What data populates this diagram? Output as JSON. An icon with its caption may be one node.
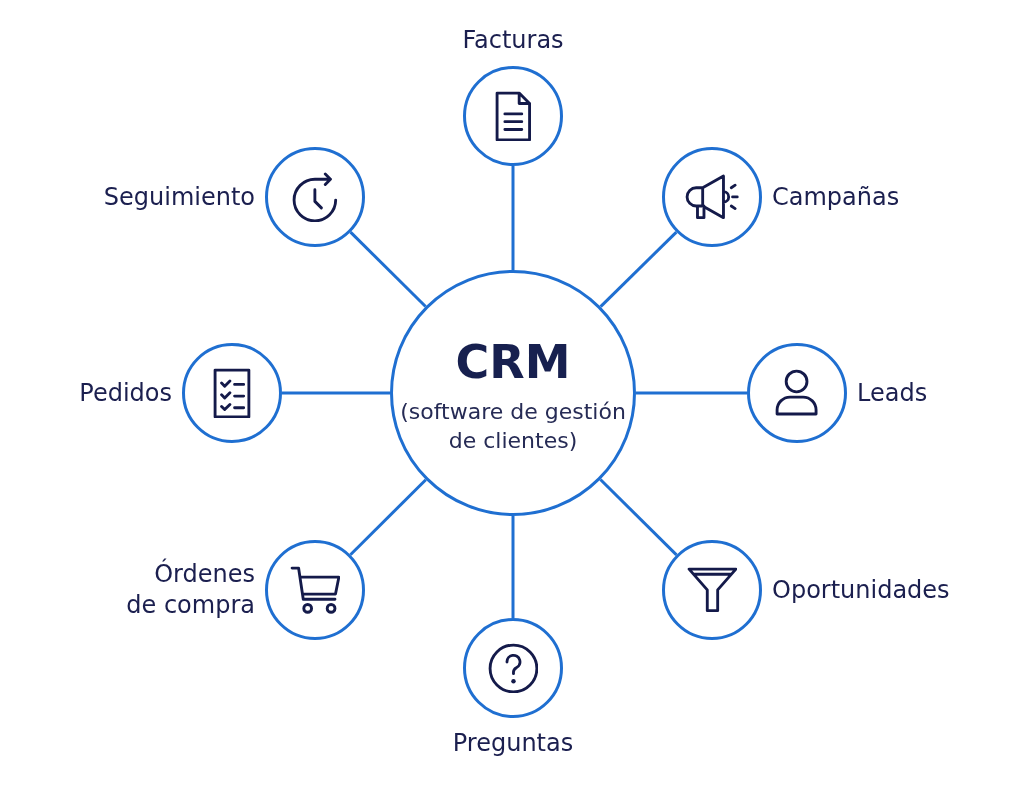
{
  "diagram": {
    "nodes": [
      {
        "text": [
          "Facturas"
        ]
      },
      {
        "text": [
          "Seguimiento"
        ]
      },
      {
        "text": [
          "Campañas"
        ]
      },
      {
        "text": [
          "CRM",
          "(software de gestión de clientes)"
        ]
      },
      {
        "text": [
          "Pedidos"
        ]
      },
      {
        "text": [
          "Leads"
        ]
      },
      {
        "text": [
          "Órdenes de compra"
        ]
      },
      {
        "text": [
          "Oportunidades"
        ]
      },
      {
        "text": [
          "Preguntas"
        ]
      }
    ],
    "edges": [
      {
        "from": 3,
        "to": 0,
        "arrow": "none"
      },
      {
        "from": 3,
        "to": 1,
        "arrow": "none"
      },
      {
        "from": 3,
        "to": 2,
        "arrow": "none"
      },
      {
        "from": 3,
        "to": 4,
        "arrow": "none"
      },
      {
        "from": 3,
        "to": 5,
        "arrow": "none"
      },
      {
        "from": 3,
        "to": 6,
        "arrow": "none"
      },
      {
        "from": 3,
        "to": 7,
        "arrow": "none"
      },
      {
        "from": 3,
        "to": 8,
        "arrow": "none"
      }
    ]
  }
}
